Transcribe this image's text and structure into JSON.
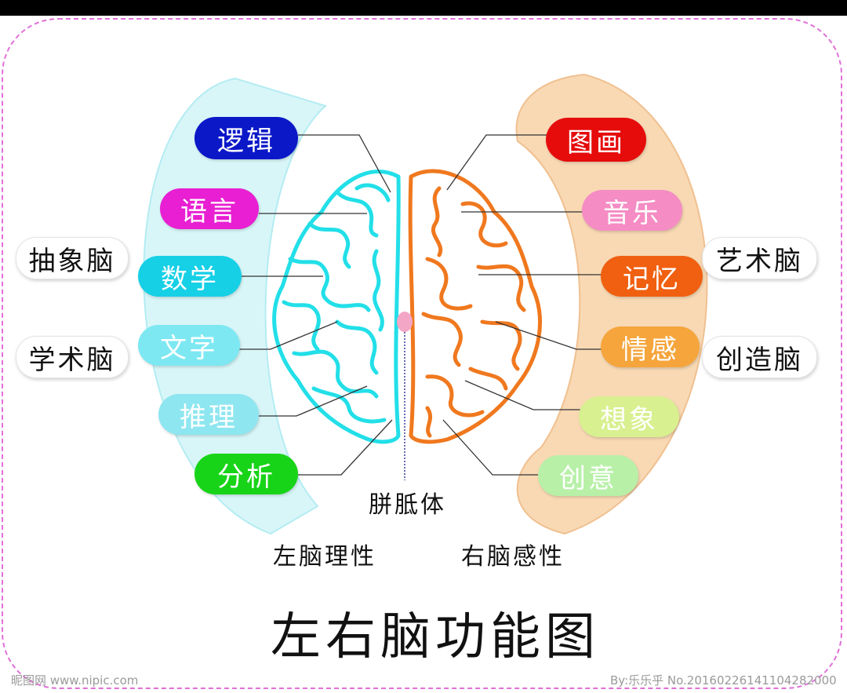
{
  "title": "左右脑功能图",
  "left_caption": "左脑理性",
  "right_caption": "右脑感性",
  "corpus_label": "胼胝体",
  "left_side_labels": [
    "抽象脑",
    "学术脑"
  ],
  "right_side_labels": [
    "艺术脑",
    "创造脑"
  ],
  "left_functions": [
    {
      "label": "逻辑",
      "color": "#0b18c8"
    },
    {
      "label": "语言",
      "color": "#e81fd2"
    },
    {
      "label": "数学",
      "color": "#16d0e6"
    },
    {
      "label": "文字",
      "color": "#7de8f2"
    },
    {
      "label": "推理",
      "color": "#8ee6f0"
    },
    {
      "label": "分析",
      "color": "#18d418"
    }
  ],
  "right_functions": [
    {
      "label": "图画",
      "color": "#e60c0c"
    },
    {
      "label": "音乐",
      "color": "#f58cc4"
    },
    {
      "label": "记忆",
      "color": "#f06010"
    },
    {
      "label": "情感",
      "color": "#f5a53c"
    },
    {
      "label": "想象",
      "color": "#d8f090"
    },
    {
      "label": "创意",
      "color": "#b8f0a8"
    }
  ],
  "colors": {
    "left_brain": "#22dfe8",
    "right_brain": "#f0781e",
    "left_band": "#d8f6f8",
    "right_band": "#f8d9b4",
    "corpus": "#f3a6c6",
    "frame": "#e070d8"
  },
  "watermark_left": "昵图网 www.nipic.com",
  "watermark_right": "By:乐乐乎 No.20160226141104282000"
}
